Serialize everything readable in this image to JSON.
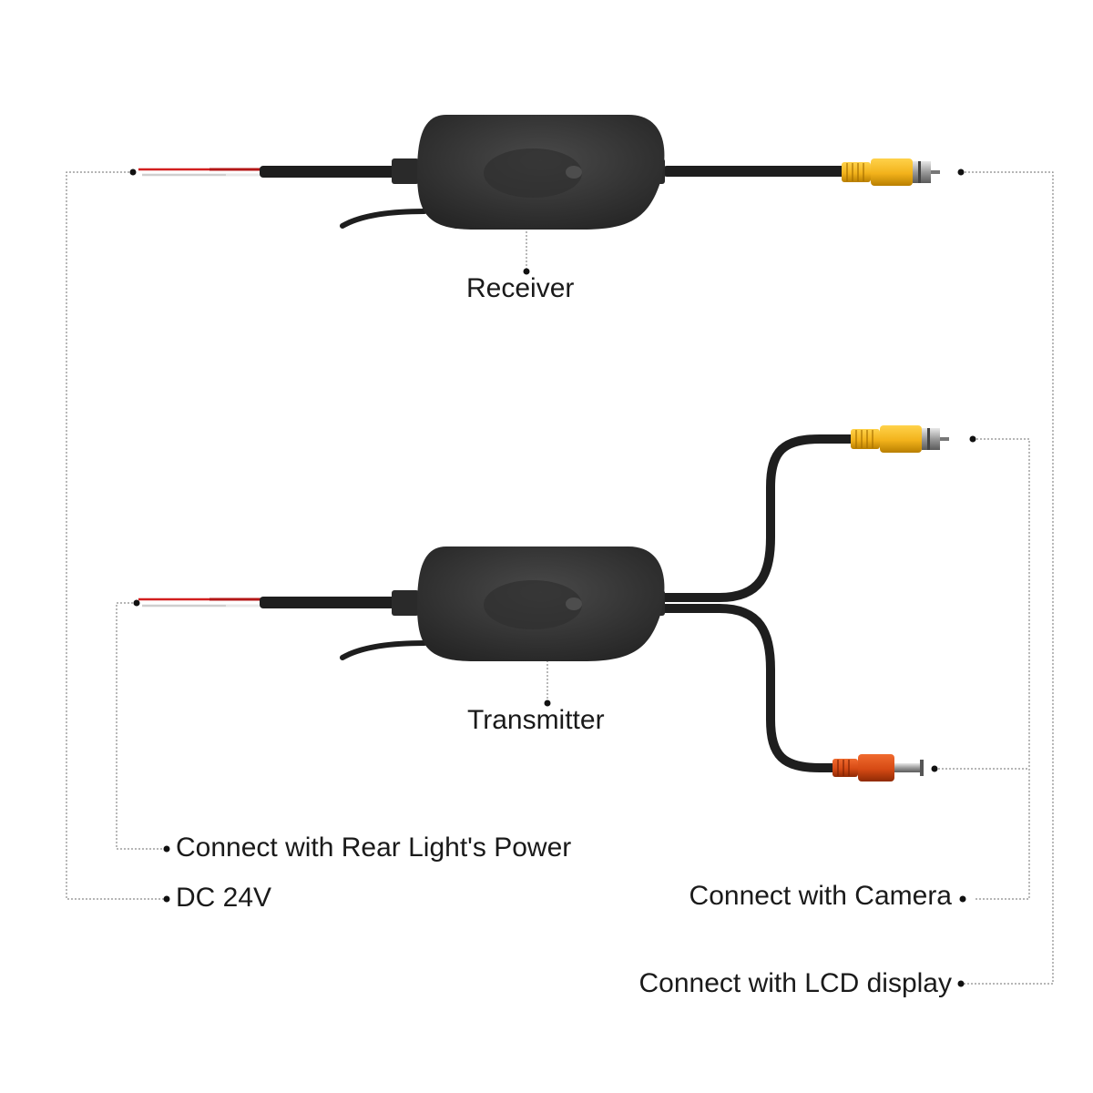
{
  "labels": {
    "receiver": "Receiver",
    "transmitter": "Transmitter",
    "rear_light": "Connect with Rear Light's Power",
    "dc": "DC 24V",
    "camera": "Connect with Camera",
    "lcd": "Connect with LCD display"
  },
  "colors": {
    "module_body": "#3a3a3a",
    "cable": "#1e1e1e",
    "plug_yellow": "#f2b21b",
    "plug_red": "#d64a14",
    "wire_red": "#d21e1e",
    "leader_line": "#8a8a8a"
  }
}
